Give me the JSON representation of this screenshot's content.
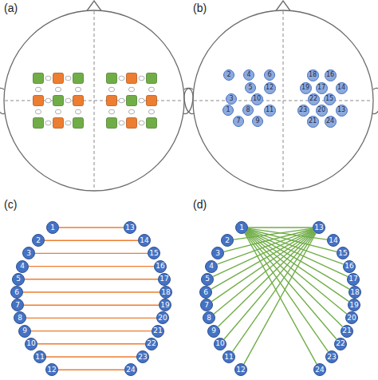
{
  "diagram": {
    "nodes": [
      {
        "text": [
          "1"
        ]
      },
      {
        "text": [
          "2"
        ]
      },
      {
        "text": [
          "3"
        ]
      },
      {
        "text": [
          "4"
        ]
      },
      {
        "text": [
          "5"
        ]
      },
      {
        "text": [
          "6"
        ]
      },
      {
        "text": [
          "7"
        ]
      },
      {
        "text": [
          "8"
        ]
      },
      {
        "text": [
          "9"
        ]
      },
      {
        "text": [
          "10"
        ]
      },
      {
        "text": [
          "11"
        ]
      },
      {
        "text": [
          "12"
        ]
      },
      {
        "text": [
          "13"
        ]
      },
      {
        "text": [
          "14"
        ]
      },
      {
        "text": [
          "15"
        ]
      },
      {
        "text": [
          "16"
        ]
      },
      {
        "text": [
          "17"
        ]
      },
      {
        "text": [
          "18"
        ]
      },
      {
        "text": [
          "19"
        ]
      },
      {
        "text": [
          "20"
        ]
      },
      {
        "text": [
          "21"
        ]
      },
      {
        "text": [
          "22"
        ]
      },
      {
        "text": [
          "23"
        ]
      },
      {
        "text": [
          "24"
        ]
      },
      {
        "text": [
          "1"
        ]
      },
      {
        "text": [
          "2"
        ]
      },
      {
        "text": [
          "3"
        ]
      },
      {
        "text": [
          "4"
        ]
      },
      {
        "text": [
          "5"
        ]
      },
      {
        "text": [
          "6"
        ]
      },
      {
        "text": [
          "7"
        ]
      },
      {
        "text": [
          "8"
        ]
      },
      {
        "text": [
          "9"
        ]
      },
      {
        "text": [
          "10"
        ]
      },
      {
        "text": [
          "11"
        ]
      },
      {
        "text": [
          "12"
        ]
      },
      {
        "text": [
          "13"
        ]
      },
      {
        "text": [
          "14"
        ]
      },
      {
        "text": [
          "15"
        ]
      },
      {
        "text": [
          "16"
        ]
      },
      {
        "text": [
          "17"
        ]
      },
      {
        "text": [
          "18"
        ]
      },
      {
        "text": [
          "19"
        ]
      },
      {
        "text": [
          "20"
        ]
      },
      {
        "text": [
          "21"
        ]
      },
      {
        "text": [
          "22"
        ]
      },
      {
        "text": [
          "23"
        ]
      },
      {
        "text": [
          "24"
        ]
      },
      {
        "text": [
          "1"
        ]
      },
      {
        "text": [
          "2"
        ]
      },
      {
        "text": [
          "3"
        ]
      },
      {
        "text": [
          "4"
        ]
      },
      {
        "text": [
          "5"
        ]
      },
      {
        "text": [
          "6"
        ]
      },
      {
        "text": [
          "7"
        ]
      },
      {
        "text": [
          "8"
        ]
      },
      {
        "text": [
          "9"
        ]
      },
      {
        "text": [
          "10"
        ]
      },
      {
        "text": [
          "11"
        ]
      },
      {
        "text": [
          "12"
        ]
      },
      {
        "text": [
          "13"
        ]
      },
      {
        "text": [
          "14"
        ]
      },
      {
        "text": [
          "15"
        ]
      },
      {
        "text": [
          "16"
        ]
      },
      {
        "text": [
          "17"
        ]
      },
      {
        "text": [
          "18"
        ]
      },
      {
        "text": [
          "19"
        ]
      },
      {
        "text": [
          "20"
        ]
      },
      {
        "text": [
          "21"
        ]
      },
      {
        "text": [
          "22"
        ]
      },
      {
        "text": [
          "23"
        ]
      },
      {
        "text": [
          "24"
        ]
      }
    ],
    "edges": [
      {
        "from": 24,
        "to": 36,
        "arrow": "none"
      },
      {
        "from": 25,
        "to": 37,
        "arrow": "none"
      },
      {
        "from": 26,
        "to": 38,
        "arrow": "none"
      },
      {
        "from": 27,
        "to": 39,
        "arrow": "none"
      },
      {
        "from": 28,
        "to": 40,
        "arrow": "none"
      },
      {
        "from": 29,
        "to": 41,
        "arrow": "none"
      },
      {
        "from": 30,
        "to": 42,
        "arrow": "none"
      },
      {
        "from": 31,
        "to": 43,
        "arrow": "none"
      },
      {
        "from": 32,
        "to": 44,
        "arrow": "none"
      },
      {
        "from": 33,
        "to": 45,
        "arrow": "none"
      },
      {
        "from": 34,
        "to": 46,
        "arrow": "none"
      },
      {
        "from": 35,
        "to": 47,
        "arrow": "none"
      },
      {
        "from": 48,
        "to": 60,
        "arrow": "none"
      },
      {
        "from": 48,
        "to": 61,
        "arrow": "none"
      },
      {
        "from": 48,
        "to": 62,
        "arrow": "none"
      },
      {
        "from": 48,
        "to": 63,
        "arrow": "none"
      },
      {
        "from": 48,
        "to": 64,
        "arrow": "none"
      },
      {
        "from": 48,
        "to": 65,
        "arrow": "none"
      },
      {
        "from": 48,
        "to": 66,
        "arrow": "none"
      },
      {
        "from": 48,
        "to": 67,
        "arrow": "none"
      },
      {
        "from": 48,
        "to": 68,
        "arrow": "none"
      },
      {
        "from": 48,
        "to": 69,
        "arrow": "none"
      },
      {
        "from": 48,
        "to": 70,
        "arrow": "none"
      },
      {
        "from": 48,
        "to": 71,
        "arrow": "none"
      },
      {
        "from": 60,
        "to": 49,
        "arrow": "none"
      },
      {
        "from": 60,
        "to": 50,
        "arrow": "none"
      },
      {
        "from": 60,
        "to": 51,
        "arrow": "none"
      },
      {
        "from": 60,
        "to": 52,
        "arrow": "none"
      },
      {
        "from": 60,
        "to": 53,
        "arrow": "none"
      },
      {
        "from": 60,
        "to": 54,
        "arrow": "none"
      },
      {
        "from": 60,
        "to": 55,
        "arrow": "none"
      },
      {
        "from": 60,
        "to": 56,
        "arrow": "none"
      },
      {
        "from": 60,
        "to": 57,
        "arrow": "none"
      },
      {
        "from": 60,
        "to": 58,
        "arrow": "none"
      },
      {
        "from": 60,
        "to": 59,
        "arrow": "none"
      }
    ],
    "labels": [
      "(a)",
      "(b)",
      "(c)",
      "(d)"
    ]
  }
}
